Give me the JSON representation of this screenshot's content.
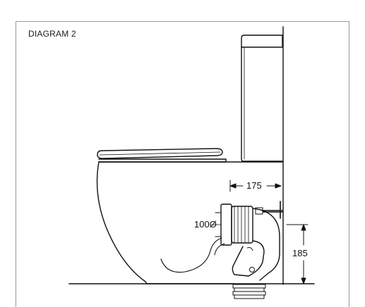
{
  "title": "DIAGRAM 2",
  "dimensions": {
    "wall_offset": "175",
    "pan_connector": "100Ø",
    "outlet_height": "185"
  },
  "colors": {
    "line": "#111111",
    "frame": "#9a9a9a",
    "background": "#ffffff"
  }
}
